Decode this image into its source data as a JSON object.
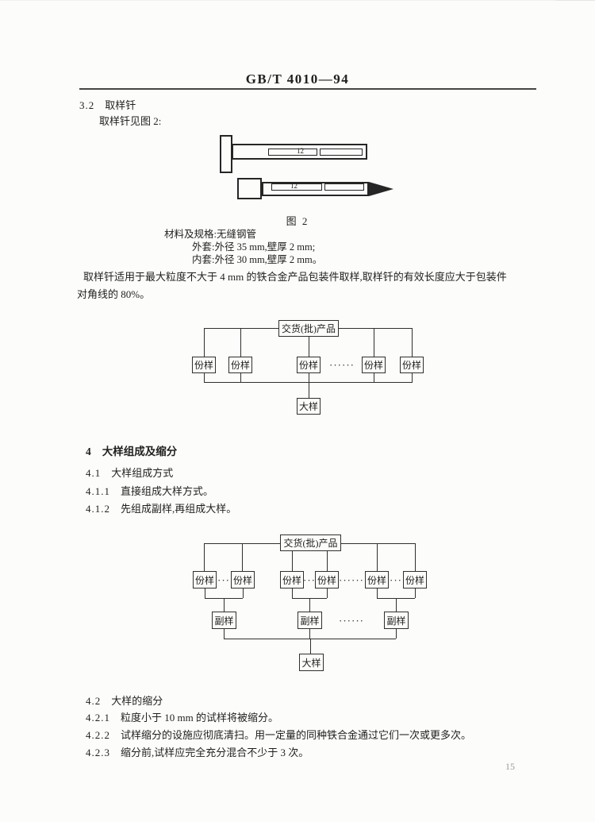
{
  "page": {
    "standard_code": "GB/T 4010—94",
    "page_number": "15"
  },
  "clauses": {
    "c32": {
      "num": "3.2",
      "text": "取样钎"
    },
    "c32_intro": "取样钎见图 2:",
    "s4": {
      "num": "4",
      "text": "大样组成及缩分"
    },
    "c41": {
      "num": "4.1",
      "text": "大样组成方式"
    },
    "c411": {
      "num": "4.1.1",
      "text": "直接组成大样方式。"
    },
    "c412": {
      "num": "4.1.2",
      "text": "先组成副样,再组成大样。"
    },
    "c42": {
      "num": "4.2",
      "text": "大样的缩分"
    },
    "c421": {
      "num": "4.2.1",
      "text": "粒度小于 10 mm 的试样将被缩分。"
    },
    "c422": {
      "num": "4.2.2",
      "text": "试样缩分的设施应彻底清扫。用一定量的同种铁合金通过它们一次或更多次。"
    },
    "c423": {
      "num": "4.2.3",
      "text": "缩分前,试样应完全充分混合不少于 3 次。"
    }
  },
  "figure2": {
    "caption": "图 2",
    "dim_top": "12",
    "dim_bottom": "12",
    "spec_material": "材料及规格:无缝钢管",
    "spec_outer": "外套:外径 35 mm,壁厚 2 mm;",
    "spec_inner": "内套:外径 30 mm,壁厚 2 mm。"
  },
  "paragraph": {
    "line1": "取样钎适用于最大粒度不大于 4 mm 的铁合金产品包装件取样,取样钎的有效长度应大于包装件",
    "line2": "对角线的 80%。"
  },
  "chart1": {
    "type": "flowchart",
    "root": "交货(批)产品",
    "portions": [
      "份样",
      "份样",
      "份样",
      "份样",
      "份样"
    ],
    "ellipsis": "······",
    "result": "大样"
  },
  "chart2": {
    "type": "flowchart",
    "root": "交货(批)产品",
    "portions": [
      "份样",
      "份样",
      "份样",
      "份样",
      "份样",
      "份样"
    ],
    "pair_ellipsis": "···",
    "group_ellipsis": "······",
    "subsamples": [
      "副样",
      "副样",
      "副样"
    ],
    "result": "大样"
  }
}
